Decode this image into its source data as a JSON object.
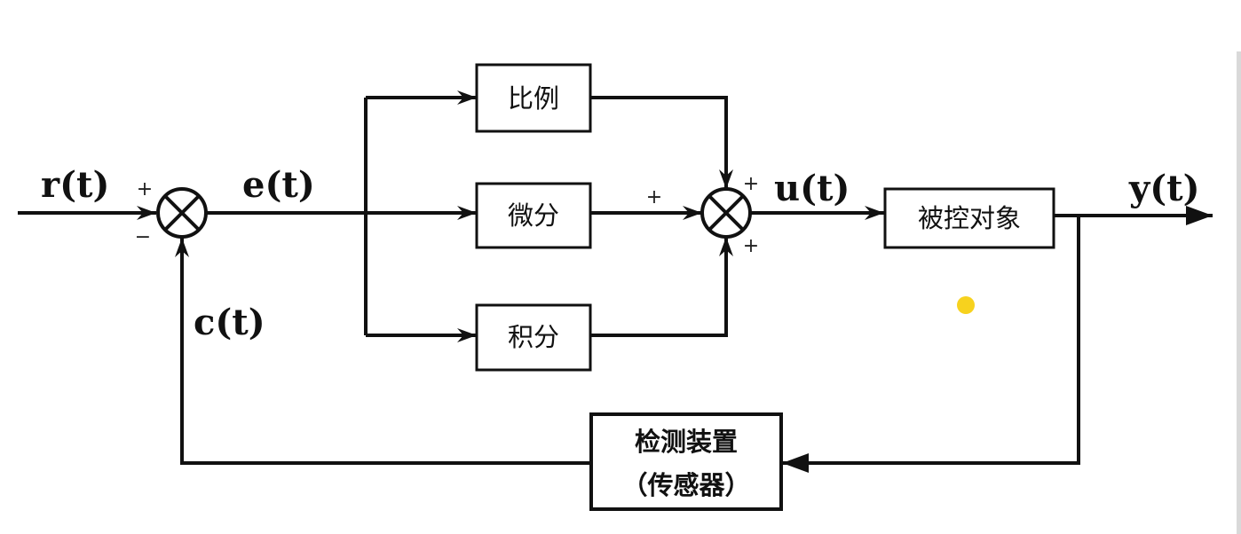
{
  "diagram": {
    "blocks": {
      "proportional": "比例",
      "derivative": "微分",
      "integral": "积分",
      "plant": "被控对象",
      "sensor_line1": "检测装置",
      "sensor_line2": "（传感器）"
    },
    "signals": {
      "reference": "r(t)",
      "error": "e(t)",
      "control": "u(t)",
      "output": "y(t)",
      "feedback": "c(t)"
    },
    "signs": {
      "sum1_input": "+",
      "sum1_feedback": "−",
      "sum2_top": "+",
      "sum2_left": "+",
      "sum2_bottom": "+"
    },
    "colors": {
      "line": "#111111",
      "marker": "#f7d21e"
    }
  }
}
